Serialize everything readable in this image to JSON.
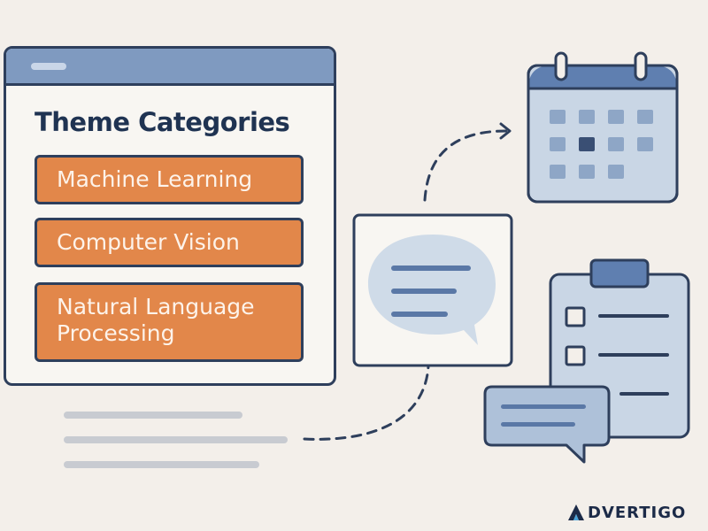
{
  "panel": {
    "title": "Theme Categories",
    "categories": [
      {
        "label": "Machine Learning"
      },
      {
        "label": "Computer Vision"
      },
      {
        "label": "Natural Language Processing"
      }
    ]
  },
  "icons": {
    "calendar": "calendar-icon",
    "chat": "speech-bubble-icon",
    "clipboard": "clipboard-checklist-icon",
    "comment": "comment-bubble-icon",
    "arrow": "dashed-arrow-icon"
  },
  "brand": {
    "logo_text": "DVERTIGO"
  },
  "colors": {
    "accent_orange": "#e2874a",
    "outline_navy": "#2e3f5c",
    "header_blue": "#7f9ac0",
    "light_blue": "#cfdbe8",
    "background": "#f3efea"
  }
}
